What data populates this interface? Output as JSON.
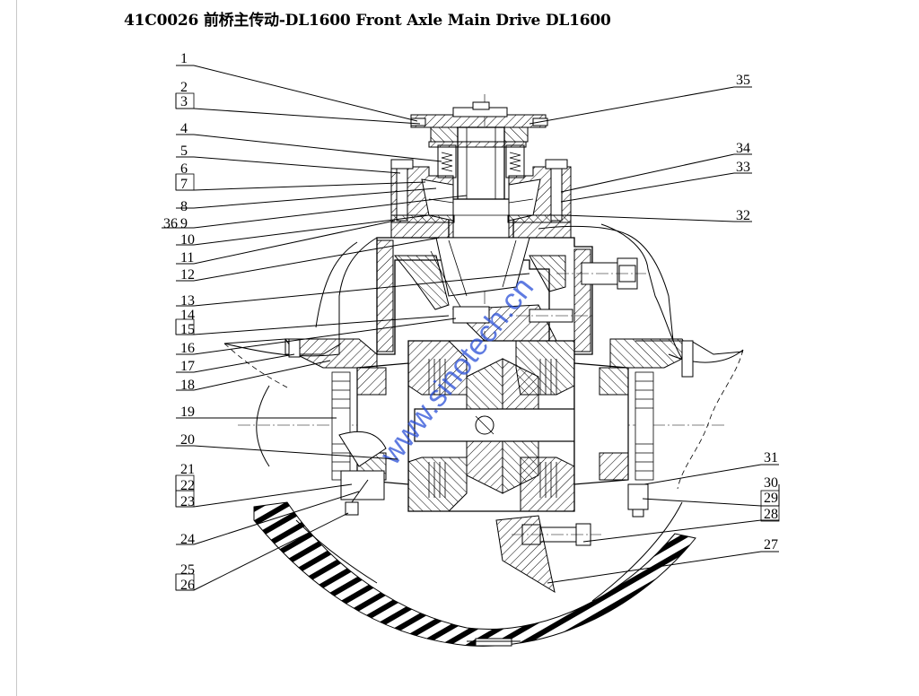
{
  "title": "41C0026  前桥主传动-DL1600 Front Axle Main Drive DL1600",
  "watermark": "www.sinotech.cn",
  "callouts_left": [
    "1",
    "2",
    "3",
    "4",
    "5",
    "6",
    "7",
    "8",
    "9",
    "36",
    "10",
    "11",
    "12",
    "13",
    "14",
    "15",
    "16",
    "17",
    "18",
    "19",
    "20",
    "21",
    "22",
    "23",
    "24",
    "25",
    "26"
  ],
  "callouts_right": [
    "35",
    "34",
    "33",
    "32",
    "31",
    "30",
    "29",
    "28",
    "27"
  ]
}
